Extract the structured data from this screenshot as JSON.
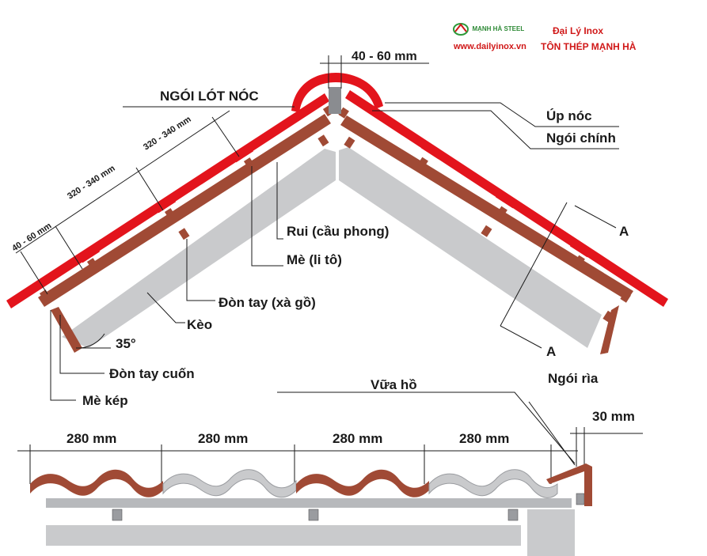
{
  "brand": {
    "logo_text": "MẠNH HÀ STEEL",
    "website": "www.dailyinox.vn",
    "line1": "Đại Lý Inox",
    "line2": "TÔN THÉP MẠNH HÀ"
  },
  "labels": {
    "ridge_gap": "40 - 60 mm",
    "ridge_underlay": "NGÓI LÓT NÓC",
    "ridge_cap": "Úp nóc",
    "main_tile": "Ngói chính",
    "section_a_top": "A",
    "section_a_bottom": "A",
    "rafter": "Rui (cầu phong)",
    "batten": "Mè (li tô)",
    "purlin": "Đòn tay (xà gồ)",
    "truss": "Kèo",
    "angle": "35°",
    "eave_purlin": "Đòn tay cuốn",
    "double_batten": "Mè kép",
    "mortar": "Vữa hồ",
    "verge_tile": "Ngói rìa",
    "verge_gap": "30 mm"
  },
  "slope_dims": [
    "40 - 60 mm",
    "320 - 340 mm",
    "320 - 340 mm"
  ],
  "tile_spacing": [
    "280 mm",
    "280 mm",
    "280 mm",
    "280 mm"
  ],
  "colors": {
    "tile_red": "#e3141c",
    "rafter_brown": "#a04a35",
    "truss_grey": "#c9cacc",
    "text_dark": "#1a1a1a"
  }
}
